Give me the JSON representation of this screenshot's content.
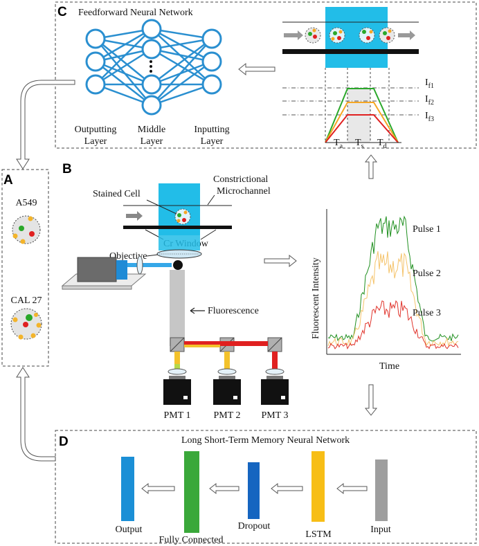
{
  "panels": {
    "A": {
      "letter": "A",
      "cells": [
        {
          "name": "A549"
        },
        {
          "name": "CAL 27"
        }
      ]
    },
    "B": {
      "letter": "B",
      "labels": {
        "stained_cell": "Stained Cell",
        "constrictional": "Constrictional",
        "microchannel": "Microchannel",
        "cr_window": "Cr Window",
        "objective": "Objective",
        "fluorescence": "Fluorescence",
        "pmt1": "PMT 1",
        "pmt2": "PMT 2",
        "pmt3": "PMT 3"
      },
      "plot": {
        "ylabel": "Fluorescent Intensity",
        "xlabel": "Time",
        "pulses": [
          "Pulse 1",
          "Pulse 2",
          "Pulse 3"
        ],
        "colors": [
          "#1e8f1e",
          "#f5c36a",
          "#e0322a"
        ]
      }
    },
    "C": {
      "letter": "C",
      "title": "Feedforward Neural Network",
      "layers": {
        "outputting": [
          "Outputting",
          "Layer"
        ],
        "middle": [
          "Middle",
          "Layer"
        ],
        "inputting": [
          "Inputting",
          "Layer"
        ]
      },
      "intensity_labels": [
        "I",
        "I",
        "I"
      ],
      "intensity_subs": [
        "f1",
        "f2",
        "f3"
      ],
      "time_labels": [
        "T",
        "T",
        "T"
      ],
      "time_subs": [
        "a",
        "s",
        "d"
      ]
    },
    "D": {
      "letter": "D",
      "title": "Long Short-Term Memory Neural Network",
      "blocks": [
        {
          "label": "Output",
          "color": "#1b8fd6"
        },
        {
          "label": "Fully Connected",
          "color": "#3aa83a"
        },
        {
          "label": "Dropout",
          "color": "#1565c0"
        },
        {
          "label": "LSTM",
          "color": "#f7be16"
        },
        {
          "label": "Input",
          "color": "#9e9e9e"
        }
      ]
    }
  },
  "colors": {
    "cyan": "#22bde8",
    "green": "#2aa82a",
    "orange": "#f5a623",
    "red": "#e02020",
    "yellow": "#f3c22b",
    "network_blue": "#2a8fd0"
  }
}
